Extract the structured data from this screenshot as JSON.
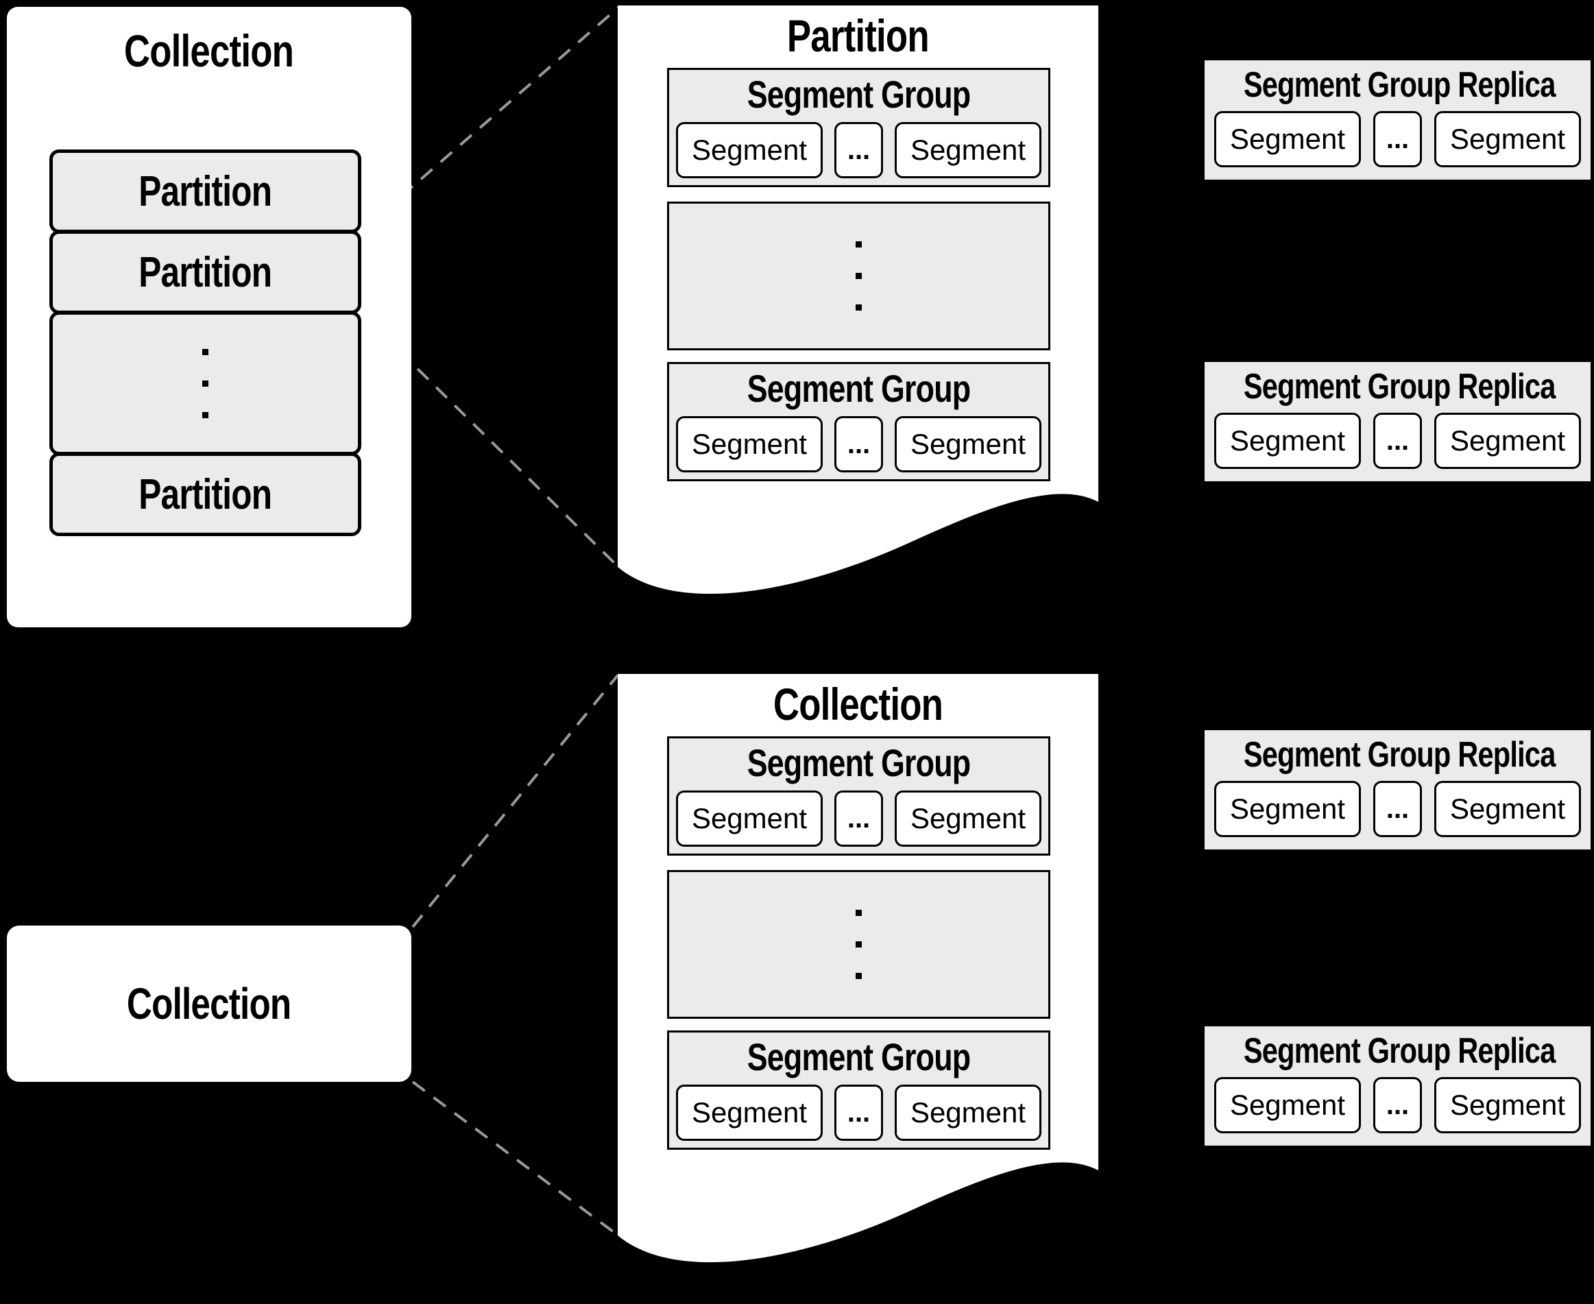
{
  "colors": {
    "background": "#000000",
    "panel_fill": "#ffffff",
    "box_fill": "#ebebeb",
    "border": "#000000",
    "dashed_line": "#999999"
  },
  "collection_panel": {
    "title": "Collection",
    "partition1": "Partition",
    "partition2": "Partition",
    "partition3": "Partition"
  },
  "partition_doc": {
    "title": "Partition",
    "group_top": {
      "title": "Segment Group",
      "segment_left": "Segment",
      "dots": "...",
      "segment_right": "Segment"
    },
    "group_bottom": {
      "title": "Segment Group",
      "segment_left": "Segment",
      "dots": "...",
      "segment_right": "Segment"
    }
  },
  "collection_doc": {
    "title": "Collection",
    "group_top": {
      "title": "Segment Group",
      "segment_left": "Segment",
      "dots": "...",
      "segment_right": "Segment"
    },
    "group_bottom": {
      "title": "Segment Group",
      "segment_left": "Segment",
      "dots": "...",
      "segment_right": "Segment"
    }
  },
  "collection_box": {
    "label": "Collection"
  },
  "replicas": {
    "r1": {
      "title": "Segment Group Replica",
      "segment_left": "Segment",
      "dots": "...",
      "segment_right": "Segment"
    },
    "r2": {
      "title": "Segment Group Replica",
      "segment_left": "Segment",
      "dots": "...",
      "segment_right": "Segment"
    },
    "r3": {
      "title": "Segment Group Replica",
      "segment_left": "Segment",
      "dots": "...",
      "segment_right": "Segment"
    },
    "r4": {
      "title": "Segment Group Replica",
      "segment_left": "Segment",
      "dots": "...",
      "segment_right": "Segment"
    }
  }
}
